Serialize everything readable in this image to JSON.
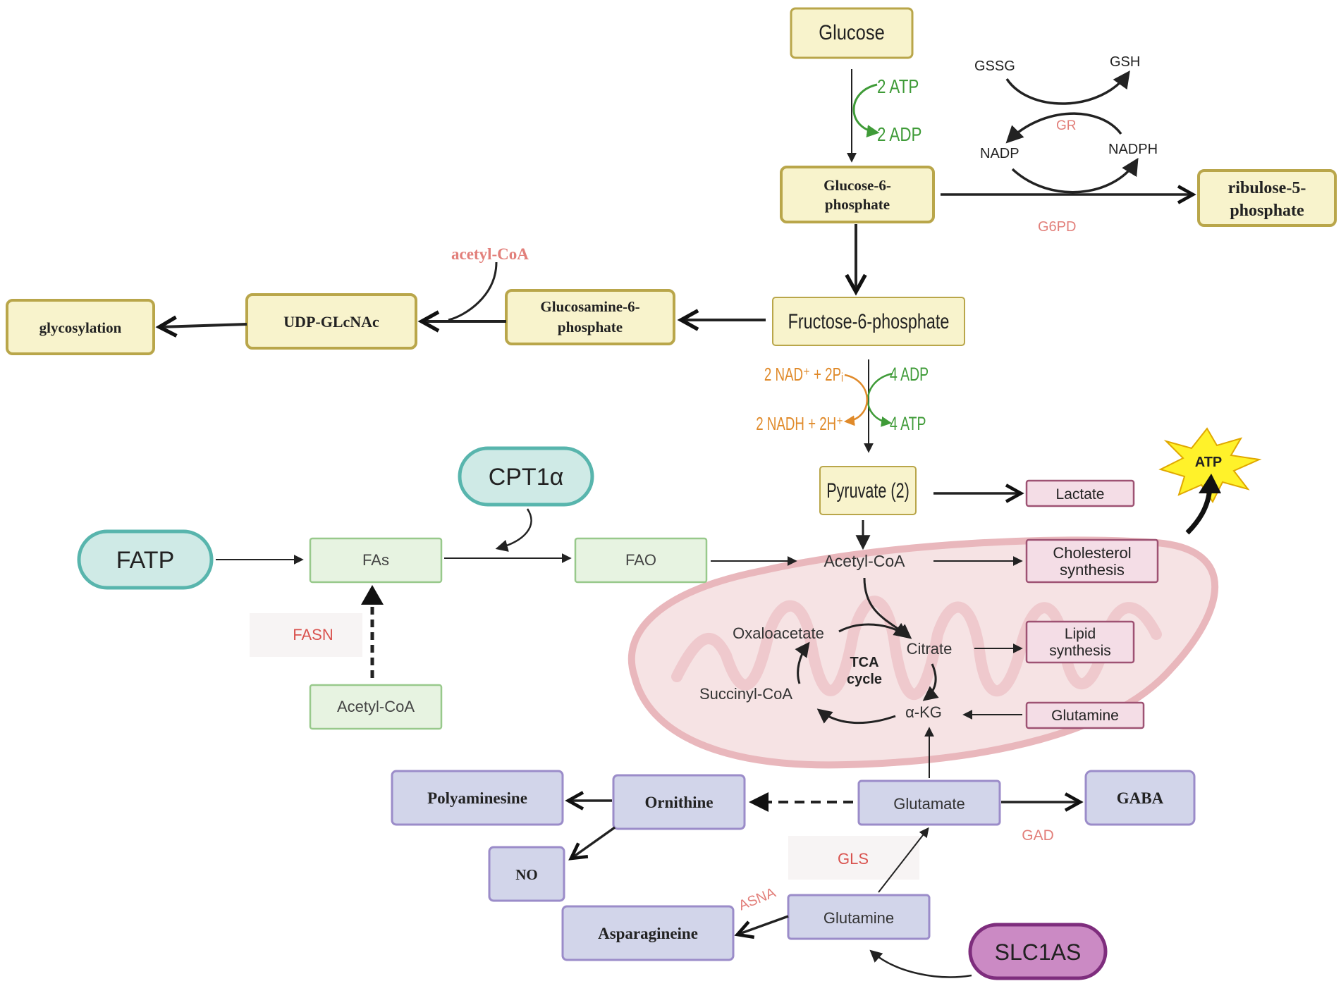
{
  "nodes": {
    "glucose": "Glucose",
    "g6p": [
      "Glucose-6-",
      "phosphate"
    ],
    "r5p": [
      "ribulose-5-",
      "phosphate"
    ],
    "f6p": "Fructose-6-phosphate",
    "gln6p": [
      "Glucosamine-6-",
      "phosphate"
    ],
    "udp": "UDP-GLcNAc",
    "glyco": "glycosylation",
    "pyruvate": "Pyruvate (2)",
    "lactate": "Lactate",
    "chol": [
      "Cholesterol",
      "synthesis"
    ],
    "lipid": [
      "Lipid",
      "synthesis"
    ],
    "gln_r": "Glutamine",
    "fatp": "FATP",
    "cpt": "CPT1α",
    "fas": "FAs",
    "fao": "FAO",
    "acoa_box": "Acetyl-CoA",
    "glutamate": "Glutamate",
    "ornithine": "Ornithine",
    "polyamine": "Polyaminesine",
    "no": "NO",
    "gaba": "GABA",
    "gln_b": "Glutamine",
    "asparagine": "Asparagineine",
    "slc": "SLC1AS",
    "atp_star": "ATP"
  },
  "labels": {
    "atp2": "2 ATP",
    "adp2": "2 ADP",
    "gssg": "GSSG",
    "gsh": "GSH",
    "gr": "GR",
    "nadp": "NADP",
    "nadph": "NADPH",
    "g6pd": "G6PD",
    "acoa_red": "acetyl-CoA",
    "nad": "2 NAD⁺ + 2Pᵢ",
    "nadh": "2 NADH + 2H⁺",
    "adp4": "4 ADP",
    "atp4": "4 ATP",
    "acoa_mid": "Acetyl-CoA",
    "oxalo": "Oxaloacetate",
    "citrate": "Citrate",
    "tca": [
      "TCA",
      "cycle"
    ],
    "succinyl": "Succinyl-CoA",
    "akg": "α-KG",
    "fasn": "FASN",
    "gls": "GLS",
    "gad": "GAD",
    "asna": "ASNA"
  },
  "colors": {
    "yellow_fill": "#f8f3cc",
    "yellow_stroke": "#b9a64a",
    "green_fill": "#e7f3e1",
    "green_stroke": "#98c98b",
    "pink_fill": "#f4dde6",
    "pink_stroke": "#9e5273",
    "purple_fill": "#d2d5ea",
    "purple_stroke": "#9b8cc9",
    "teal_fill": "#cfeae6",
    "teal_stroke": "#58b5ad",
    "magenta_fill": "#cb8ac4",
    "magenta_stroke": "#7e2d7d",
    "mito_fill": "#f6e3e4",
    "mito_stroke": "#e9b7bc",
    "green_text": "#3f9b38",
    "orange_text": "#e08a2a",
    "red_text": "#d9534f",
    "pink_text": "#e27f7a"
  }
}
